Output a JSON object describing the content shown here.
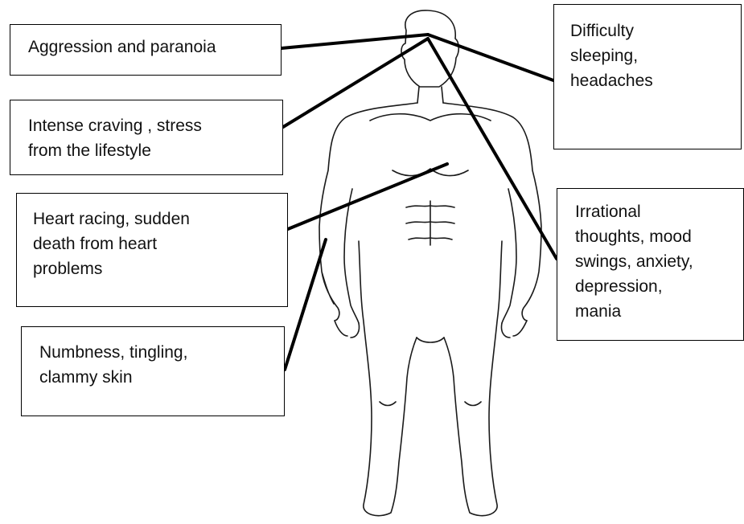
{
  "labels": {
    "aggression": "Aggression and paranoia",
    "difficulty": "Difficulty\nsleeping,\nheadaches",
    "intense": "Intense craving , stress\nfrom the lifestyle",
    "heart": "Heart racing, sudden\ndeath from heart\nproblems",
    "irrational": "Irrational\nthoughts, mood\nswings, anxiety,\ndepression,\nmania",
    "numbness": "Numbness, tingling,\nclammy skin"
  },
  "colors": {
    "line": "#000000",
    "outline": "#1a1a1a",
    "background": "#ffffff"
  }
}
